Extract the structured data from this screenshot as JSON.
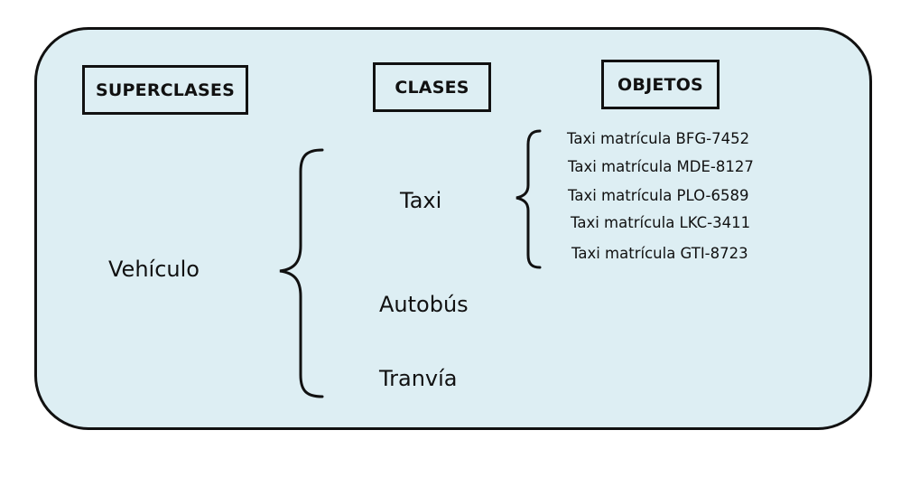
{
  "headers": {
    "superclasses": "SUPERCLASES",
    "classes": "CLASES",
    "objects": "OBJETOS"
  },
  "superclass": "Vehículo",
  "classes": [
    "Taxi",
    "Autobús",
    "Tranvía"
  ],
  "objects": [
    "Taxi matrícula BFG-7452",
    "Taxi matrícula MDE-8127",
    "Taxi matrícula PLO-6589",
    "Taxi matrícula LKC-3411",
    "Taxi matrícula GTI-8723"
  ],
  "colors": {
    "panel_fill": "#ddeef3",
    "stroke": "#111111"
  }
}
